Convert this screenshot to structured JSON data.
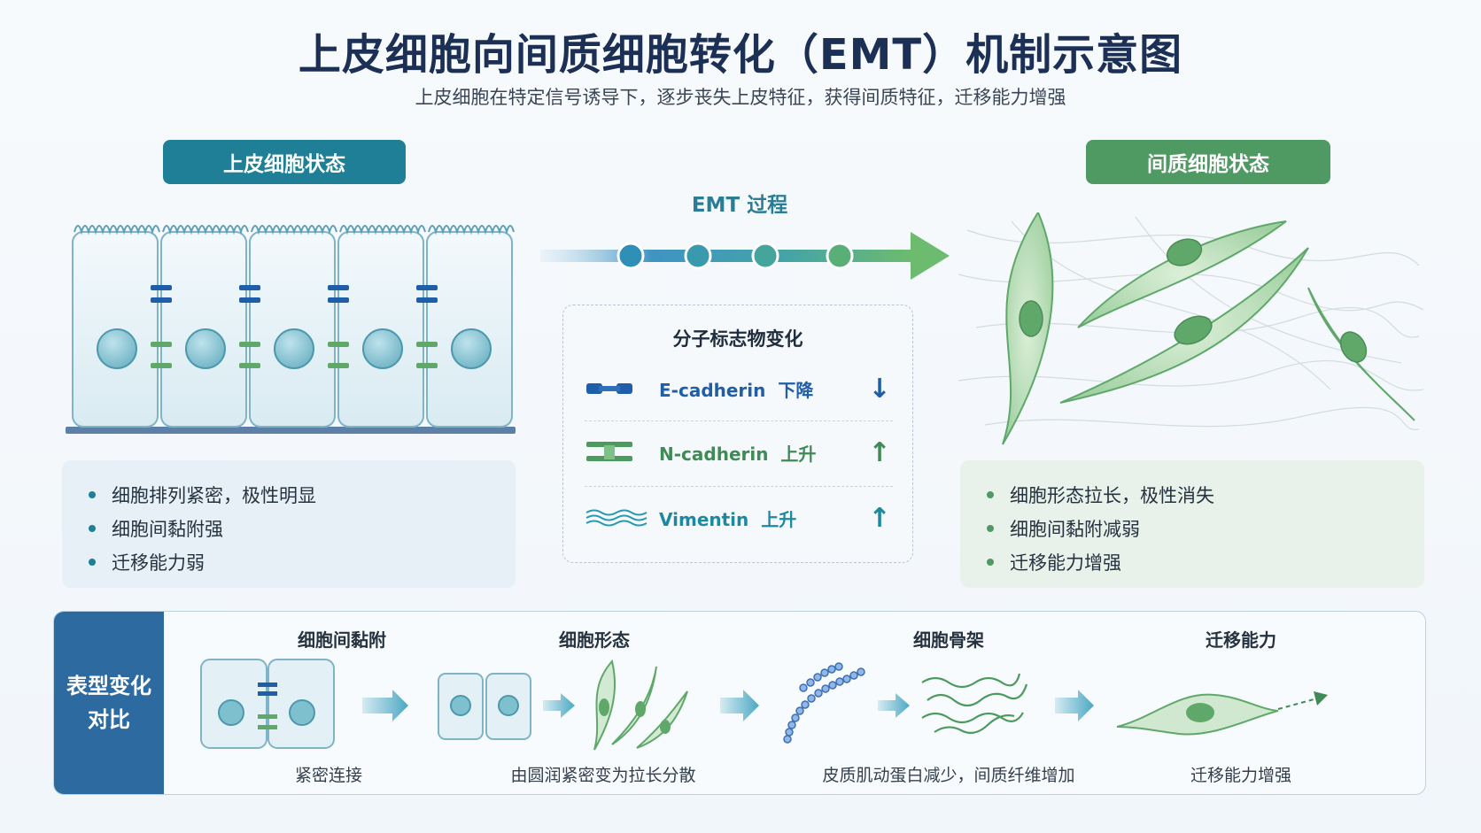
{
  "header": {
    "title": "上皮细胞向间质细胞转化（EMT）机制示意图",
    "subtitle": "上皮细胞在特定信号诱导下，逐步丧失上皮特征，获得间质特征，迁移能力增强"
  },
  "states": {
    "epithelial_label": "上皮细胞状态",
    "mesenchymal_label": "间质细胞状态",
    "process_label": "EMT 过程"
  },
  "epithelial_features": [
    "细胞排列紧密，极性明显",
    "细胞间黏附强",
    "迁移能力弱"
  ],
  "mesenchymal_features": [
    "细胞形态拉长，极性消失",
    "细胞间黏附减弱",
    "迁移能力增强"
  ],
  "markers": {
    "title": "分子标志物变化",
    "items": [
      {
        "name": "E-cadherin",
        "change": "下降",
        "arrow": "↓",
        "color": "#1f5ea8"
      },
      {
        "name": "N-cadherin",
        "change": "上升",
        "arrow": "↑",
        "color": "#3f8a55"
      },
      {
        "name": "Vimentin",
        "change": "上升",
        "arrow": "↑",
        "color": "#1b8aa0"
      }
    ]
  },
  "phenotype": {
    "title_line1": "表型变化",
    "title_line2": "对比",
    "columns": [
      {
        "heading": "细胞间黏附",
        "caption": "紧密连接"
      },
      {
        "heading": "细胞形态",
        "caption": "由圆润紧密变为拉长分散"
      },
      {
        "heading": "细胞骨架",
        "caption": "皮质肌动蛋白减少，间质纤维增加"
      },
      {
        "heading": "迁移能力",
        "caption": "迁移能力增强"
      }
    ]
  },
  "colors": {
    "epithelial": "#1f7f96",
    "mesenchymal": "#4f9a63",
    "title": "#1c2f55",
    "panel_blue": "#2d6aa0"
  }
}
